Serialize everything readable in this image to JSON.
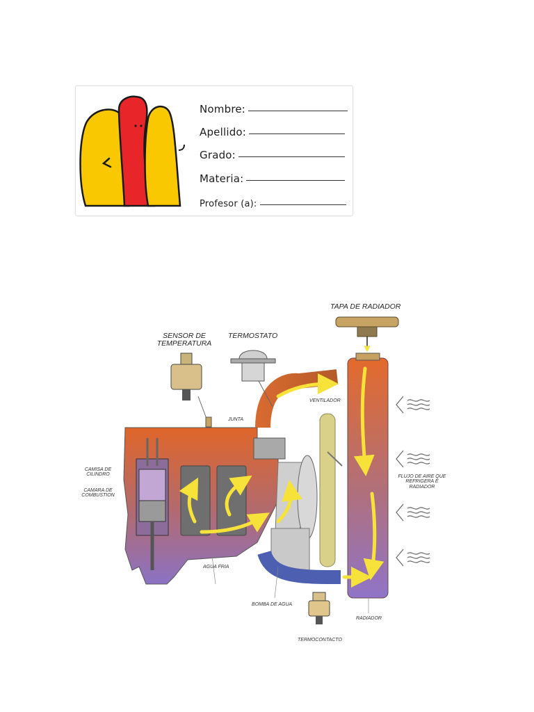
{
  "label_card": {
    "fields": [
      {
        "label": "Nombre:"
      },
      {
        "label": "Apellido:"
      },
      {
        "label": "Grado:"
      },
      {
        "label": "Materia:"
      },
      {
        "label": "Profesor (a):"
      }
    ],
    "colors": {
      "mascot_yellow": "#f9c800",
      "mascot_red": "#e8262a",
      "outline": "#1a1a1a"
    }
  },
  "diagram": {
    "labels": {
      "tapa_radiador": "TAPA DE RADIADOR",
      "sensor": "SENSOR DE TEMPERATURA",
      "termostato": "TERMOSTATO",
      "ventilador": "VENTILADOR",
      "junta": "JUNTA",
      "camisa": "CAMISA DE CILINDRO",
      "camara": "CAMARA DE COMBUSTION",
      "flujo_aire": "FLUJO DE AIRE QUE REFRIGERA E RADIADOR",
      "agua_fria": "AGUA FRIA",
      "bomba": "BOMBA DE AGUA",
      "radiador": "RADIADOR",
      "termocontacto": "TERMOCONTACTO"
    },
    "colors": {
      "hot": "#e0662a",
      "cold": "#8b72c4",
      "arrow": "#f7e23a",
      "fan": "#d9d08a"
    }
  }
}
